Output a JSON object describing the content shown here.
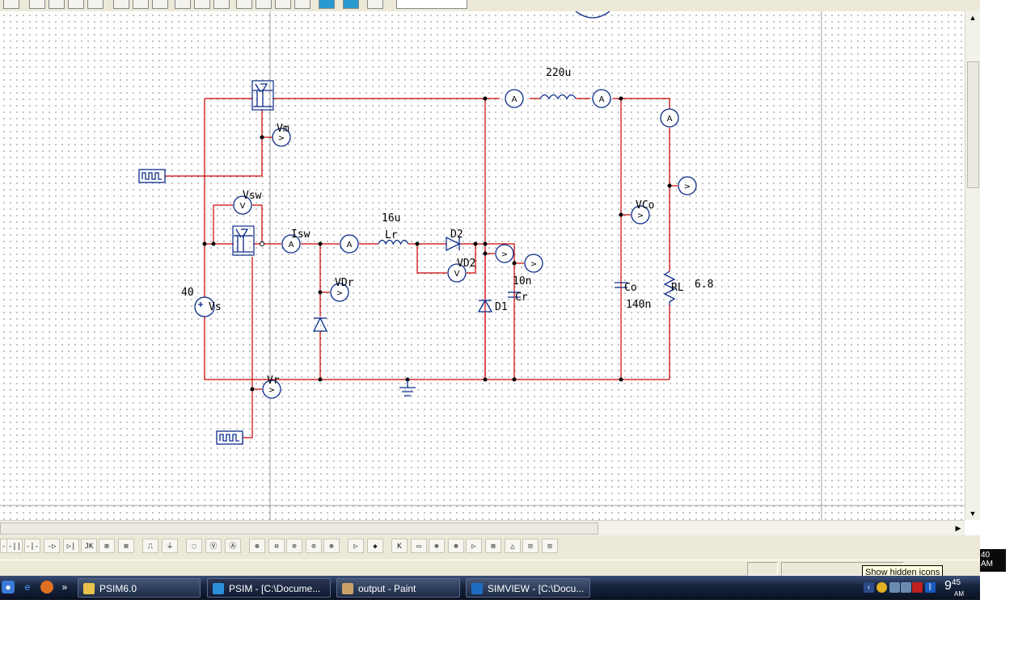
{
  "schematic": {
    "labels": {
      "vm": "Vm",
      "vsw": "Vsw",
      "isw": "Isw",
      "lr_value": "16u",
      "lr_name": "Lr",
      "d2": "D2",
      "vd2": "VD2",
      "vdr": "VDr",
      "cr_value": "10n",
      "cr_name": "Cr",
      "d1": "D1",
      "l_value": "220u",
      "vco": "VCo",
      "co_name": "Co",
      "co_value": "140n",
      "rl_name": "RL",
      "rl_value": "6.8",
      "vs_value": "40",
      "vs_name": "Vs",
      "vr": "Vr"
    },
    "meter_letters": {
      "ammeter": "A",
      "voltmeter": "V",
      "probe": ">"
    }
  },
  "taskbar": {
    "buttons": [
      {
        "label": "PSIM6.0",
        "icon": "folder-icon"
      },
      {
        "label": "PSIM - [C:\\Docume...",
        "icon": "psim-app-icon"
      },
      {
        "label": "output - Paint",
        "icon": "paint-icon"
      },
      {
        "label": "SIMVIEW - [C:\\Docu...",
        "icon": "simview-app-icon"
      }
    ],
    "quick_launch_more": "»"
  },
  "clock": {
    "hour": "9",
    "minute": "45",
    "ampm": "AM"
  },
  "side_clock": {
    "hour": "40",
    "ampm": "AM"
  },
  "tooltip": "Show hidden icons",
  "colors": {
    "wire": "#cc0000",
    "component": "#0a2a8a",
    "taskbar": "#182640"
  }
}
